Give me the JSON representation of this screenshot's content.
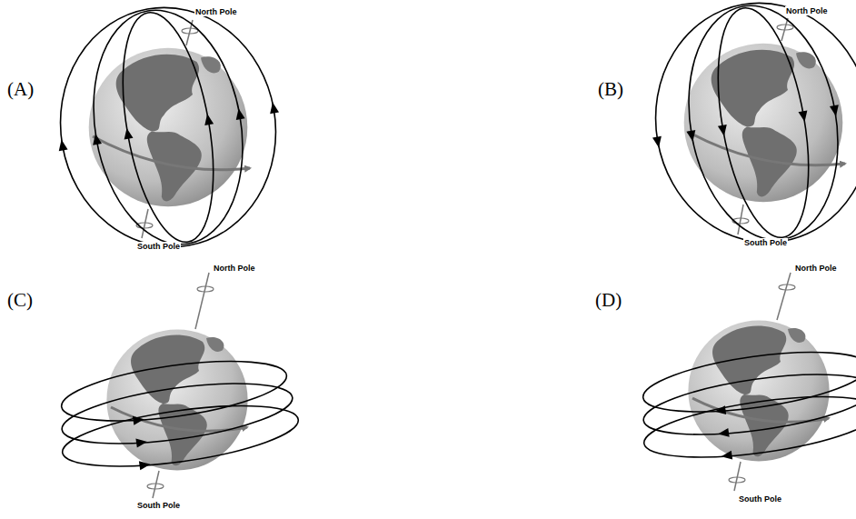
{
  "diagram": {
    "labels": [
      "(A)",
      "North Pole",
      "South Pole",
      "(B)",
      "North Pole",
      "South Pole",
      "(C)",
      "North Pole",
      "South Pole",
      "(D)",
      "North Pole",
      "South Pole"
    ]
  }
}
